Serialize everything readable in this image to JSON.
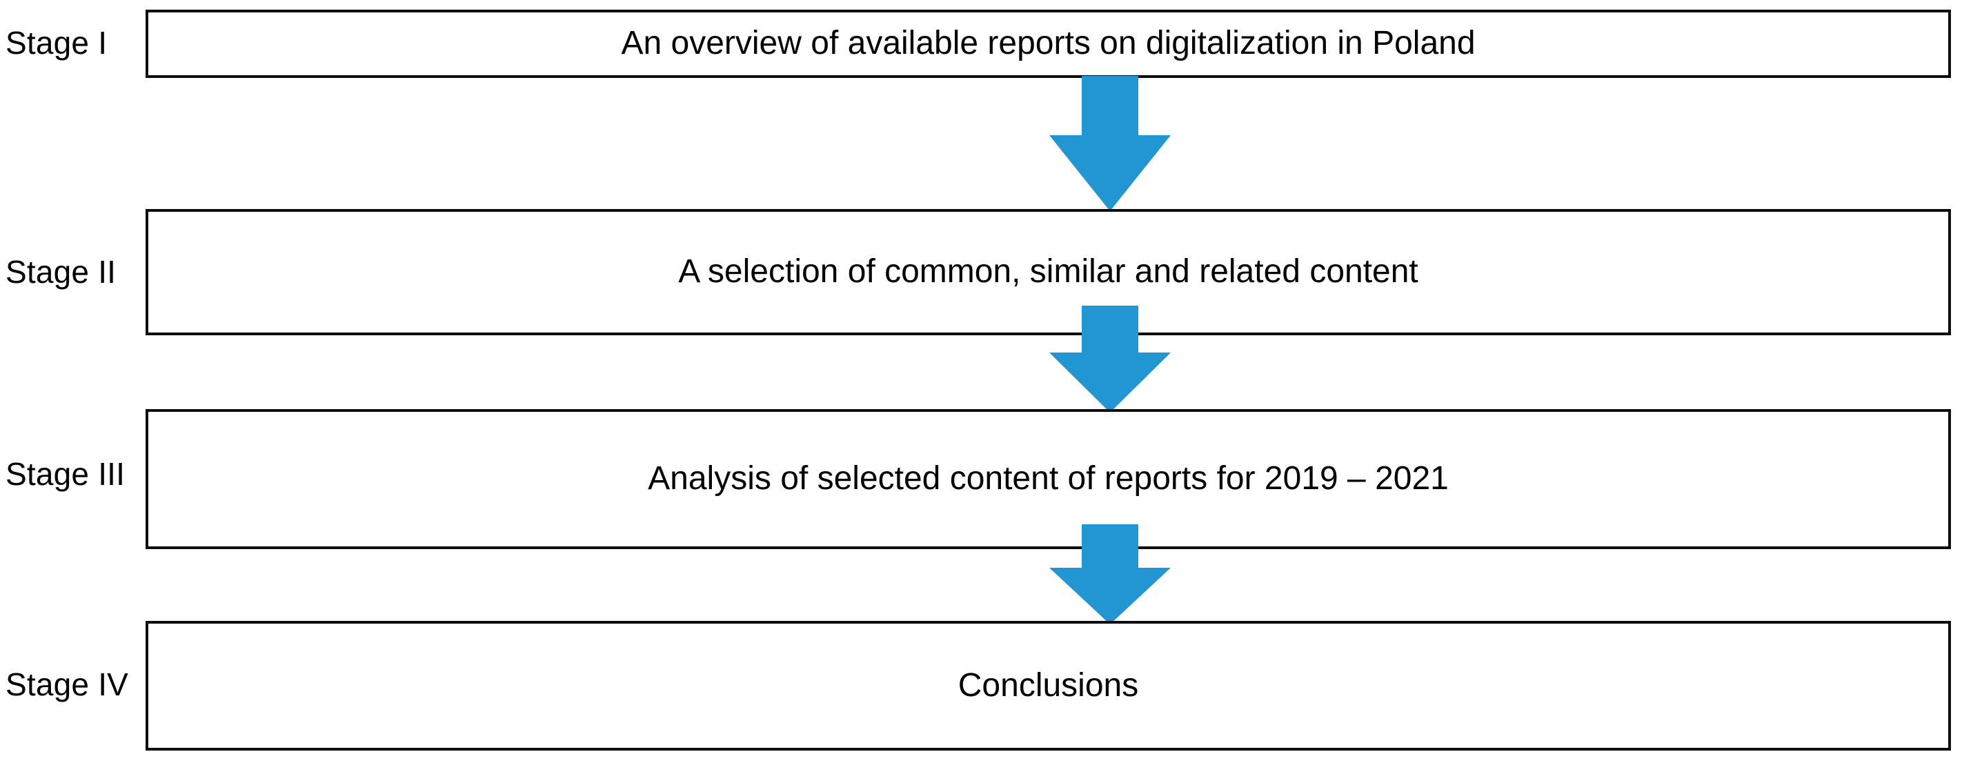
{
  "diagram": {
    "title": "Research stages flowchart",
    "type": "flowchart",
    "orientation": "top-to-bottom",
    "colors": {
      "box_border": "#0d0d0d",
      "box_fill": "#ffffff",
      "arrow_fill": "#2196d3",
      "text": "#000000",
      "background": "#ffffff"
    },
    "stages": [
      {
        "label": "Stage I",
        "text": "An overview of available reports on digitalization in Poland"
      },
      {
        "label": "Stage II",
        "text": "A selection of common, similar and related content"
      },
      {
        "label": "Stage III",
        "text": "Analysis of selected content of reports for 2019 – 2021"
      },
      {
        "label": "Stage IV",
        "text": "Conclusions"
      }
    ],
    "connectors": [
      {
        "name": "arrow-stage1-to-stage2",
        "glyph": "down-arrow"
      },
      {
        "name": "arrow-stage2-to-stage3",
        "glyph": "down-arrow"
      },
      {
        "name": "arrow-stage3-to-stage4",
        "glyph": "down-arrow"
      }
    ]
  }
}
